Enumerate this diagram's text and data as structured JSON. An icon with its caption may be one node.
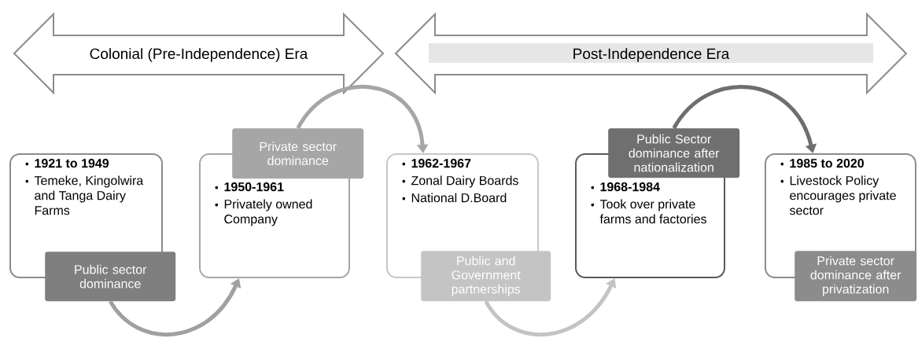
{
  "diagram": {
    "nodes": [
      {
        "text": [
          "Colonial (Pre-Independence) Era"
        ]
      },
      {
        "text": [
          "Post-Independence Era"
        ]
      },
      {
        "text": [
          "1921 to 1949",
          "Temeke, Kingolwira and Tanga Dairy Farms"
        ]
      },
      {
        "text": [
          "Public sector dominance"
        ]
      },
      {
        "text": [
          "Private sector dominance"
        ]
      },
      {
        "text": [
          "1950-1961",
          "Privately owned Company"
        ]
      },
      {
        "text": [
          "1962-1967",
          "Zonal Dairy Boards",
          "National D.Board"
        ]
      },
      {
        "text": [
          "Public and Government partnerships"
        ]
      },
      {
        "text": [
          "Public Sector dominance after nationalization"
        ]
      },
      {
        "text": [
          "1968-1984",
          "Took over private farms and factories"
        ]
      },
      {
        "text": [
          "1985 to 2020",
          "Livestock Policy encourages private sector"
        ]
      },
      {
        "text": [
          "Private sector dominance after privatization"
        ]
      }
    ],
    "edges": [
      {
        "from": 3,
        "to": 5,
        "arrow": "to",
        "color": "#a0a0a0"
      },
      {
        "from": 4,
        "to": 6,
        "arrow": "to",
        "color": "#a6a6a6"
      },
      {
        "from": 7,
        "to": 9,
        "arrow": "to",
        "color": "#c4c4c4"
      },
      {
        "from": 8,
        "to": 10,
        "arrow": "to",
        "color": "#6e6e6e"
      }
    ]
  }
}
